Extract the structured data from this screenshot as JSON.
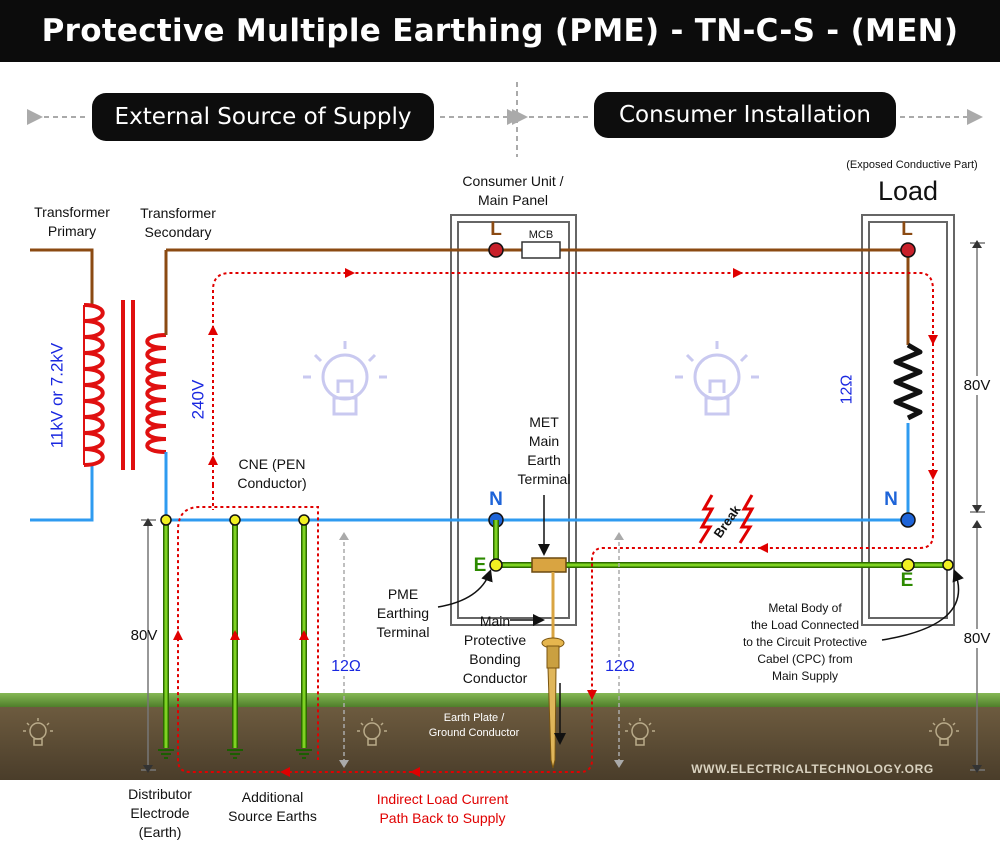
{
  "title": "Protective Multiple Earthing (PME) -  TN-C-S - (MEN)",
  "sections": {
    "external": "External Source of Supply",
    "consumer": "Consumer Installation"
  },
  "labels": {
    "transformer_primary": [
      "Transformer",
      "Primary"
    ],
    "transformer_secondary": [
      "Transformer",
      "Secondary"
    ],
    "primary_voltage": "11kV or 7.2kV",
    "secondary_voltage": "240V",
    "cne": [
      "CNE (PEN",
      "Conductor)"
    ],
    "consumer_unit": [
      "Consumer Unit /",
      "Main Panel"
    ],
    "exposed_part": "(Exposed Conductive Part)",
    "load": "Load",
    "mcb": "MCB",
    "met": [
      "MET",
      "Main",
      "Earth",
      "Terminal"
    ],
    "pme_terminal": [
      "PME",
      "Earthing",
      "Terminal"
    ],
    "main_bonding": [
      "Main",
      "Protective",
      "Bonding",
      "Conductor"
    ],
    "earth_plate": [
      "Earth Plate /",
      "Ground Conductor"
    ],
    "metal_body": [
      "Metal Body of",
      "the Load Connected",
      "to the Circuit Protective",
      "Cabel (CPC) from",
      "Main Supply"
    ],
    "distributor": [
      "Distributor",
      "Electrode",
      "(Earth)"
    ],
    "additional": [
      "Additional",
      "Source Earths"
    ],
    "indirect": [
      "Indirect Load Current",
      "Path Back to Supply"
    ],
    "break": "Break",
    "load_resistance": "12Ω",
    "ground_resistance_1": "12Ω",
    "ground_resistance_2": "12Ω",
    "volt_left": "80V",
    "volt_right_top": "80V",
    "volt_right_bottom": "80V",
    "terminal_L": "L",
    "terminal_N": "N",
    "terminal_E": "E",
    "watermark": "WWW.ELECTRICALTECHNOLOGY.ORG"
  },
  "colors": {
    "live": "#8b4a12",
    "neutral": "#2f9bf0",
    "earth": "#5fc400",
    "fault_path": "#e00000",
    "coil": "#e01010",
    "ground": "#6b5a3e",
    "grass": "#6aa23a"
  },
  "icons": [
    "lightbulb-icon",
    "ground-symbol-icon",
    "earth-rod-icon"
  ]
}
